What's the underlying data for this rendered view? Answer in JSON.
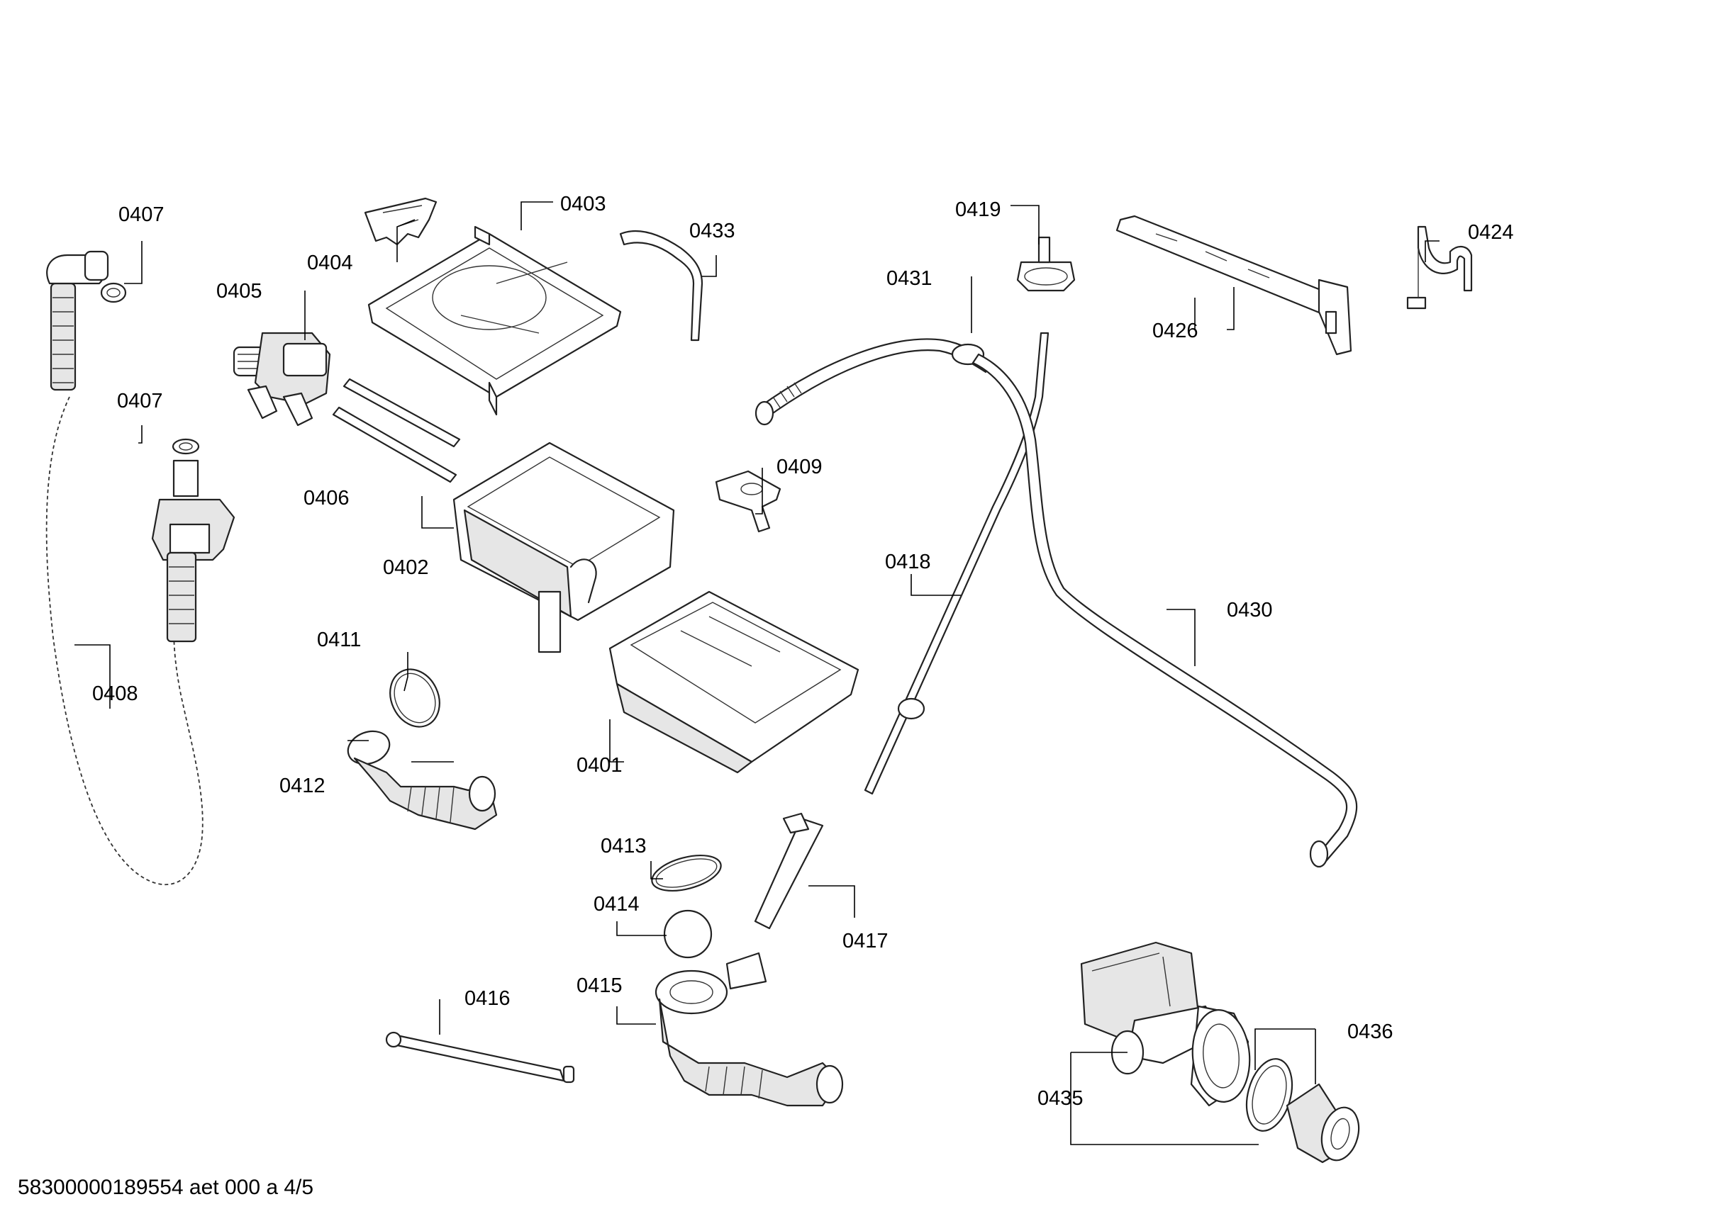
{
  "labels": {
    "p0401": "0401",
    "p0402": "0402",
    "p0403": "0403",
    "p0404": "0404",
    "p0405": "0405",
    "p0406": "0406",
    "p0407a": "0407",
    "p0407b": "0407",
    "p0408": "0408",
    "p0409": "0409",
    "p0411": "0411",
    "p0412": "0412",
    "p0413": "0413",
    "p0414": "0414",
    "p0415": "0415",
    "p0416": "0416",
    "p0417": "0417",
    "p0418": "0418",
    "p0419": "0419",
    "p0424": "0424",
    "p0426": "0426",
    "p0430": "0430",
    "p0431": "0431",
    "p0433": "0433",
    "p0435": "0435",
    "p0436": "0436"
  },
  "footer": "58300000189554 aet 000 a 4/5"
}
